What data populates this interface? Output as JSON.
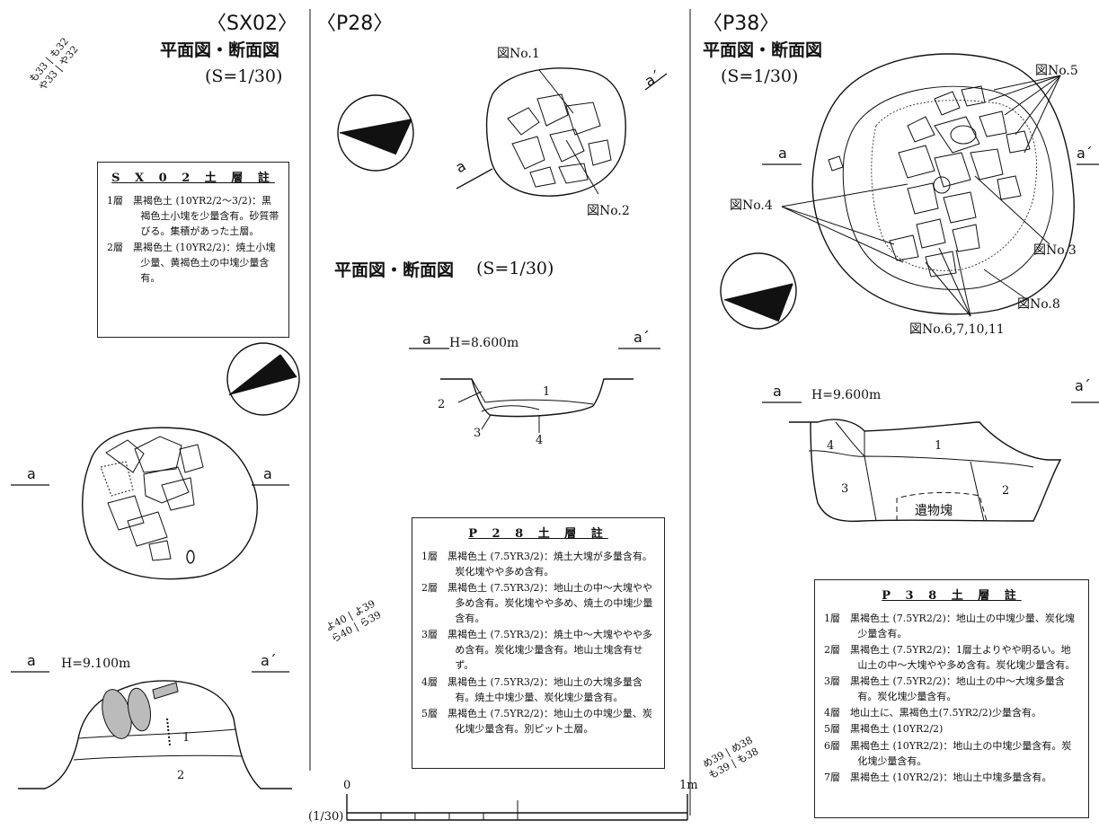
{
  "sx02": {
    "title": "〈SX02〉",
    "subtitle": "平面図・断面図",
    "scale": "(S=1/30)",
    "grid_ref": {
      "top_left": "も33",
      "top_right": "も32",
      "bottom_left": "や33",
      "bottom_right": "や32"
    },
    "notes_title": "S X 0 2 土 層 註",
    "notes": [
      "1層　黒褐色土 (10YR2/2～3/2)：黒褐色土小塊を少量含有。砂質帯びる。集積があった土層。",
      "2層　黒褐色土 (10YR2/2)：焼土小塊少量、黄褐色土の中塊少量含有。"
    ],
    "plan_label_left": "a",
    "plan_label_right": "a",
    "section_label_left": "a",
    "section_label_right": "a´",
    "section_h": "H=9.100m",
    "layers": [
      "1",
      "2"
    ]
  },
  "p28": {
    "title": "〈P28〉",
    "subtitle": "平面図・断面図",
    "scale": "(S=1/30)",
    "fig_labels": [
      "図No.1",
      "図No.2"
    ],
    "plan_label_a": "a",
    "plan_label_a2": "a´",
    "section_label_left": "a",
    "section_label_right": "a´",
    "section_h": "H=8.600m",
    "layers": [
      "1",
      "2",
      "3",
      "4"
    ],
    "grid_ref": {
      "top_left": "よ40",
      "top_right": "よ39",
      "bottom_left": "ら40",
      "bottom_right": "ら39"
    },
    "notes_title": "P 2 8 土 層 註",
    "notes": [
      "1層　黒褐色土 (7.5YR3/2)：焼土大塊が多量含有。炭化塊やや多め含有。",
      "2層　黒褐色土 (7.5YR3/2)：地山土の中～大塊やや多め含有。炭化塊やや多め、焼土の中塊少量含有。",
      "3層　黒褐色土 (7.5YR3/2)：焼土中～大塊ややや多め含有。炭化塊少量含有。地山土塊含有せず。",
      "4層　黒褐色土 (7.5YR3/2)：地山土の大塊多量含有。焼土中塊少量、炭化塊少量含有。",
      "5層　黒褐色土 (7.5YR2/2)：地山土の中塊少量、炭化塊少量含有。別ピット土層。"
    ]
  },
  "p38": {
    "title": "〈P38〉",
    "subtitle": "平面図・断面図",
    "scale": "(S=1/30)",
    "fig_labels": [
      "図No.5",
      "図No.4",
      "図No.3",
      "図No.8",
      "図No.6,7,10,11"
    ],
    "plan_label_a": "a",
    "plan_label_a2": "a´",
    "section_label_left": "a",
    "section_label_right": "a´",
    "section_h": "H=9.600m",
    "layers": [
      "1",
      "2",
      "3",
      "4"
    ],
    "artifact_label": "遺物塊",
    "grid_ref": {
      "top_left": "め39",
      "top_right": "め38",
      "bottom_left": "も39",
      "bottom_right": "も38"
    },
    "notes_title": "P 3 8 土 層 註",
    "notes": [
      "1層　黒褐色土 (7.5YR2/2)：地山土の中塊少量、炭化塊少量含有。",
      "2層　黒褐色土 (7.5YR2/2)：1層土よりやや明るい。地山土の中～大塊やや多め含有。炭化塊少量含有。",
      "3層　黒褐色土 (7.5YR2/2)：地山土の中～大塊多量含有。炭化塊少量含有。",
      "4層　地山土に、黒褐色土(7.5YR2/2)少量含有。",
      "5層　黒褐色土 (10YR2/2)",
      "6層　黒褐色土 (10YR2/2)：地山土の中塊少量含有。炭化塊少量含有。",
      "7層　黒褐色土 (10YR2/2)：地山土中塊多量含有。"
    ]
  },
  "scale_bar": {
    "prefix": "(1/30)",
    "start": "0",
    "end": "1m"
  }
}
